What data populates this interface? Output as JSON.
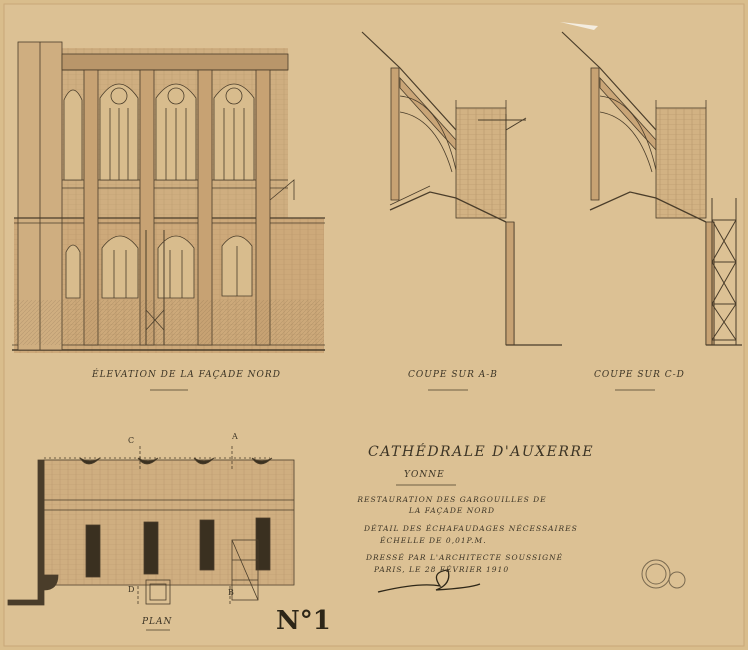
{
  "drawing_labels": {
    "elevation": "Élevation de la façade nord",
    "section_ab": "Coupe sur A-B",
    "section_cd": "Coupe sur C-D",
    "plan": "Plan"
  },
  "section_marks": {
    "c": "C",
    "a": "A",
    "d": "D",
    "b": "B"
  },
  "title_block": {
    "title": "Cathédrale d'Auxerre",
    "department": "Yonne",
    "project": "Restauration des gargouilles de la façade nord",
    "details": "Détail des échafaudages nécessaires",
    "scale": "Échelle de 0,01p.M.",
    "drawn_by": "Dressé par l'Architecte soussigné",
    "place_date": "Paris, le 28 Février 1910"
  },
  "sheet_number": "N°1"
}
